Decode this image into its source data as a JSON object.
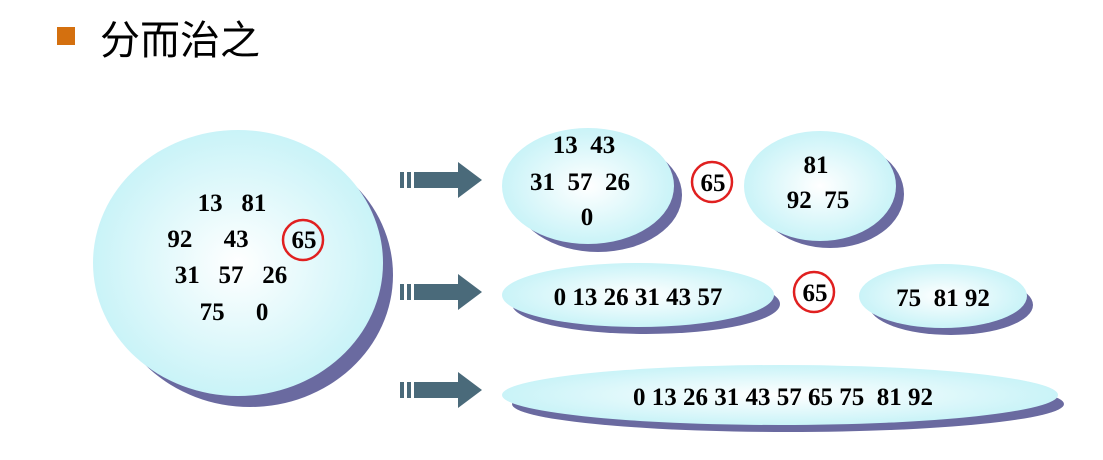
{
  "title": "分而治之",
  "colors": {
    "bullet": "#d4700f",
    "arrow": "#4a6a7a",
    "shadow": "#6a6aa0",
    "fill": "#c8f3f8",
    "pivot_circle": "#e02020"
  },
  "initial": {
    "rows": [
      "13   81",
      "92     43",
      "31   57   26",
      "75     0"
    ],
    "pivot": "65"
  },
  "step1": {
    "left_rows": [
      "13  43",
      "31  57  26",
      "0"
    ],
    "pivot": "65",
    "right_rows": [
      "81",
      "92  75"
    ]
  },
  "step2": {
    "left": "0 13 26 31 43 57",
    "pivot": "65",
    "right": "75  81 92"
  },
  "step3": {
    "result": "0 13 26 31 43 57 65 75  81 92"
  }
}
